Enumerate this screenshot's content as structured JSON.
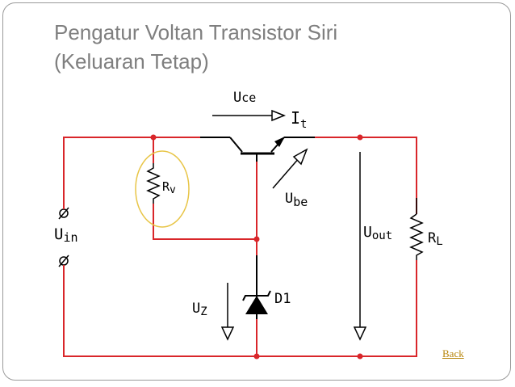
{
  "title": {
    "line1": "Pengatur Voltan Transistor Siri",
    "line2": "(Keluaran Tetap)"
  },
  "labels": {
    "uce_main": "U",
    "uce_sub": "ce",
    "it_main": "I",
    "it_sub": "t",
    "rv_main": "R",
    "rv_sub": "v",
    "ube_main": "U",
    "ube_sub": "be",
    "uin_main": "U",
    "uin_sub": "in",
    "uout_main": "U",
    "uout_sub": "out",
    "rl_main": "R",
    "rl_sub": "L",
    "uz_main": "U",
    "uz_sub": "Z",
    "d1": "D1"
  },
  "link": {
    "back": "Back"
  },
  "colors": {
    "wire": "#d9262a",
    "highlight": "#e8c547",
    "title": "#7f7f7f",
    "link": "#b8860b"
  }
}
